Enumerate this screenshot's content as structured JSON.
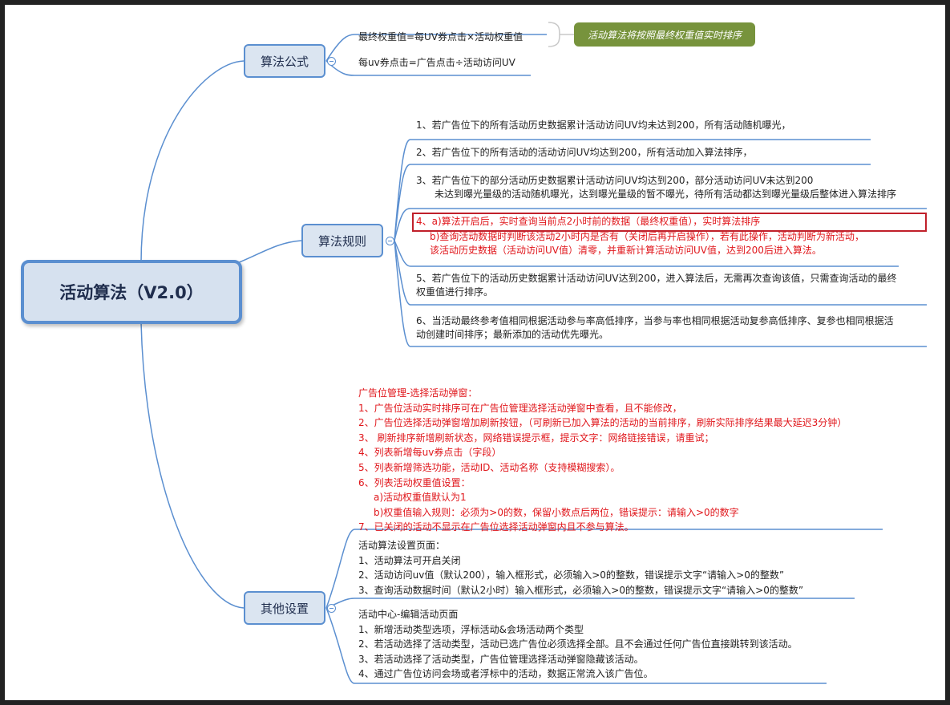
{
  "root": {
    "label": "活动算法（V2.0）"
  },
  "formula": {
    "label": "算法公式",
    "lines": [
      "最终权重值=每UV券点击×活动权重值",
      "每uv券点击=广告点击÷活动访问UV"
    ],
    "callout": "活动算法将按照最终权重值实时排序"
  },
  "rules": {
    "label": "算法规则",
    "r1": "1、若广告位下的所有活动历史数据累计活动访问UV均未达到200，所有活动随机曝光，",
    "r2": "2、若广告位下的所有活动的活动访问UV均达到200，所有活动加入算法排序，",
    "r3": [
      "3、若广告位下的部分活动历史数据累计活动访问UV均达到200，部分活动访问UV未达到200",
      "未达到曝光量级的活动随机曝光，达到曝光量级的暂不曝光，待所有活动都达到曝光量级后整体进入算法排序"
    ],
    "r4": [
      "4、a)算法开启后，实时查询当前点2小时前的数据（最终权重值），实时算法排序",
      "b)查询活动数据时判断该活动2小时内是否有（关闭后再开启操作），若有此操作，活动判断为新活动，",
      "该活动历史数据（活动访问UV值）清零，并重新计算活动访问UV值，达到200后进入算法。"
    ],
    "r5": [
      "5、若广告位下的活动历史数据累计活动访问UV达到200，进入算法后，无需再次查询该值，只需查询活动的最终",
      "权重值进行排序。"
    ],
    "r6": [
      "6、当活动最终参考值相同根据活动参与率高低排序，当参与率也相同根据活动复参高低排序、复参也相同根据活",
      "动创建时间排序；最新添加的活动优先曝光。"
    ]
  },
  "other": {
    "label": "其他设置",
    "block1": [
      "广告位管理-选择活动弹窗：",
      "1、广告位活动实时排序可在广告位管理选择活动弹窗中查看，且不能修改，",
      "2、广告位选择活动弹窗增加刷新按钮，（可刷新已加入算法的活动的当前排序，刷新实际排序结果最大延迟3分钟）",
      "3、 刷新排序新增刷新状态，网络错误提示框，提示文字：网络链接错误，请重试；",
      "4、列表新增每uv券点击（字段）",
      "5、列表新增筛选功能，活动ID、活动名称（支持模糊搜索）。",
      "6、列表活动权重值设置：",
      "a)活动权重值默认为1",
      "b)权重值输入规则：必须为>0的数，保留小数点后两位，错误提示：请输入>0的数字",
      "7、已关闭的活动不显示在广告位选择活动弹窗内且不参与算法。"
    ],
    "block2": [
      "活动算法设置页面：",
      "1、活动算法可开启关闭",
      "2、活动访问uv值（默认200），输入框形式，必须输入>0的整数，错误提示文字“请输入>0的整数”",
      "3、查询活动数据时间（默认2小时）输入框形式，必须输入>0的整数，错误提示文字“请输入>0的整数”"
    ],
    "block3": [
      "活动中心-编辑活动页面",
      "1、新增活动类型选项，浮标活动&会场活动两个类型",
      "2、若活动选择了活动类型，活动已选广告位必须选择全部。且不会通过任何广告位直接跳转到该活动。",
      "3、若活动选择了活动类型，广告位管理选择活动弹窗隐藏该活动。",
      "4、通过广告位访问会场或者浮标中的活动，数据正常流入该广告位。"
    ]
  },
  "colors": {
    "line": "#5b8fd0",
    "node_fill": "#dbe5f1",
    "callout": "#77933c",
    "highlight": "#e0161b"
  }
}
